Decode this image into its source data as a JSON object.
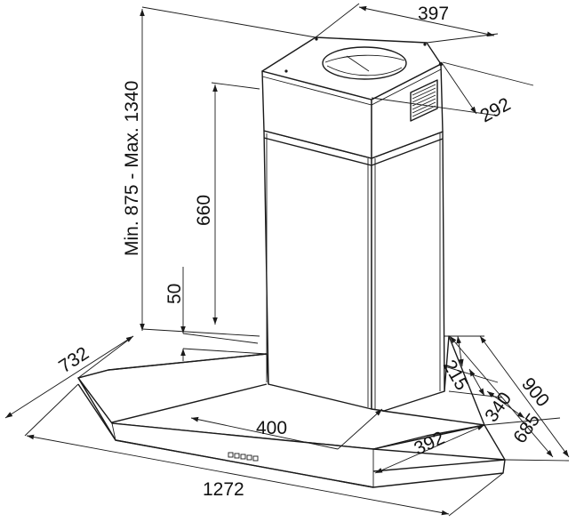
{
  "dimensions": {
    "top_width": "397",
    "top_depth": "292",
    "height_range": "Min. 875 - Max. 1340",
    "chimney_height": "660",
    "canopy_thickness": "50",
    "side_depth": "732",
    "canopy_front": "400",
    "outlet_offset": "392",
    "total_width": "1272",
    "depth_215": "215",
    "depth_340": "340",
    "depth_685": "685",
    "depth_900": "900"
  }
}
